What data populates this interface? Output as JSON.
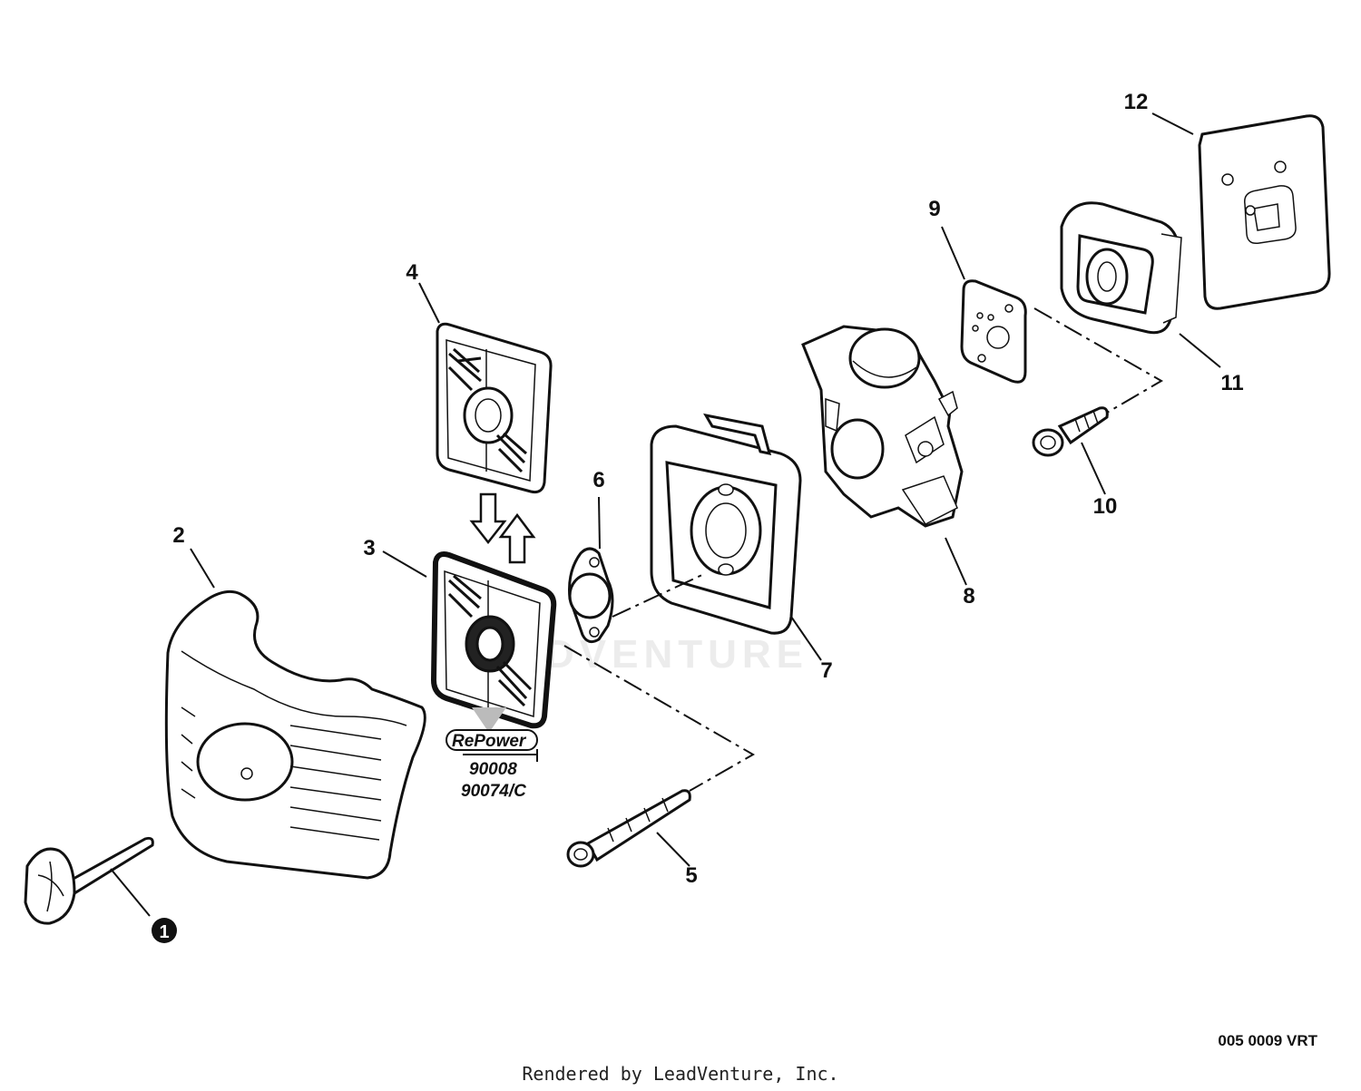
{
  "watermark": "LEADVENTURE",
  "callouts": [
    "1",
    "2",
    "3",
    "4",
    "5",
    "6",
    "7",
    "8",
    "9",
    "10",
    "11",
    "12"
  ],
  "repower": {
    "logo_text": "RePower",
    "part_numbers": [
      "90008",
      "90074/C"
    ]
  },
  "diagram_code": "005 0009 VRT",
  "footer": "Rendered by LeadVenture, Inc."
}
